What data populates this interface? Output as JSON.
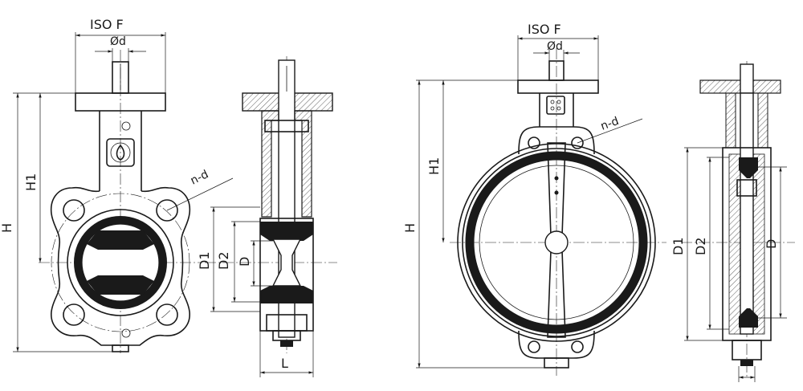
{
  "labels": {
    "iso_f": "ISO F",
    "od": "Ød",
    "n_d": "n-d",
    "h": "H",
    "h1": "H1",
    "d1": "D1",
    "d2": "D2",
    "d": "D",
    "l": "L"
  },
  "colors": {
    "line": "#1a1a1a",
    "background": "#ffffff",
    "seal": "#1a1a1a"
  }
}
